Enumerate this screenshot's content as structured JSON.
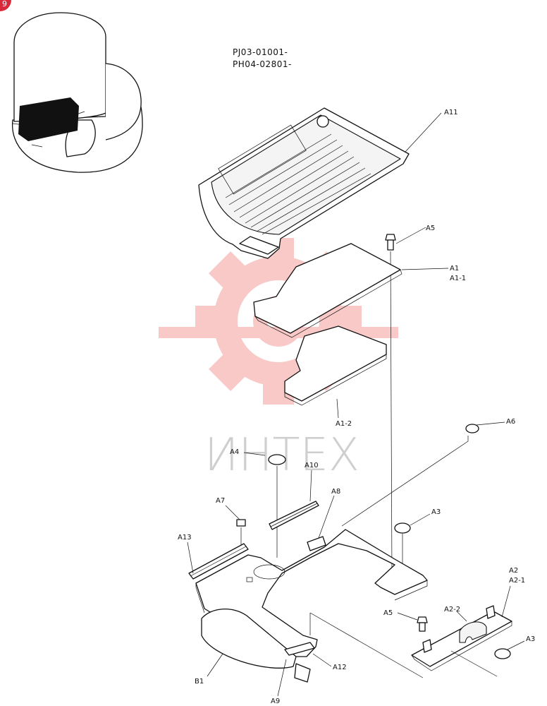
{
  "header": {
    "serial_1": "PJ03-01001-",
    "serial_2": "PH04-02801-"
  },
  "badge": {
    "text": "9"
  },
  "watermark": {
    "text": "ИНТЕХ"
  },
  "labels": {
    "a11": "A11",
    "a5_top": "A5",
    "a1": "A1",
    "a1_1": "A1-1",
    "a1_2": "A1-2",
    "a6": "A6",
    "a4": "A4",
    "a10": "A10",
    "a7": "A7",
    "a8": "A8",
    "a3_mid": "A3",
    "a13": "A13",
    "a2": "A2",
    "a2_1": "A2-1",
    "a2_2": "A2-2",
    "a5_bottom": "A5",
    "a3_bottom": "A3",
    "a12": "A12",
    "b1": "B1",
    "a9": "A9"
  },
  "colors": {
    "watermark": "#e8403a",
    "badge": "#d8283a",
    "line": "#111111"
  }
}
